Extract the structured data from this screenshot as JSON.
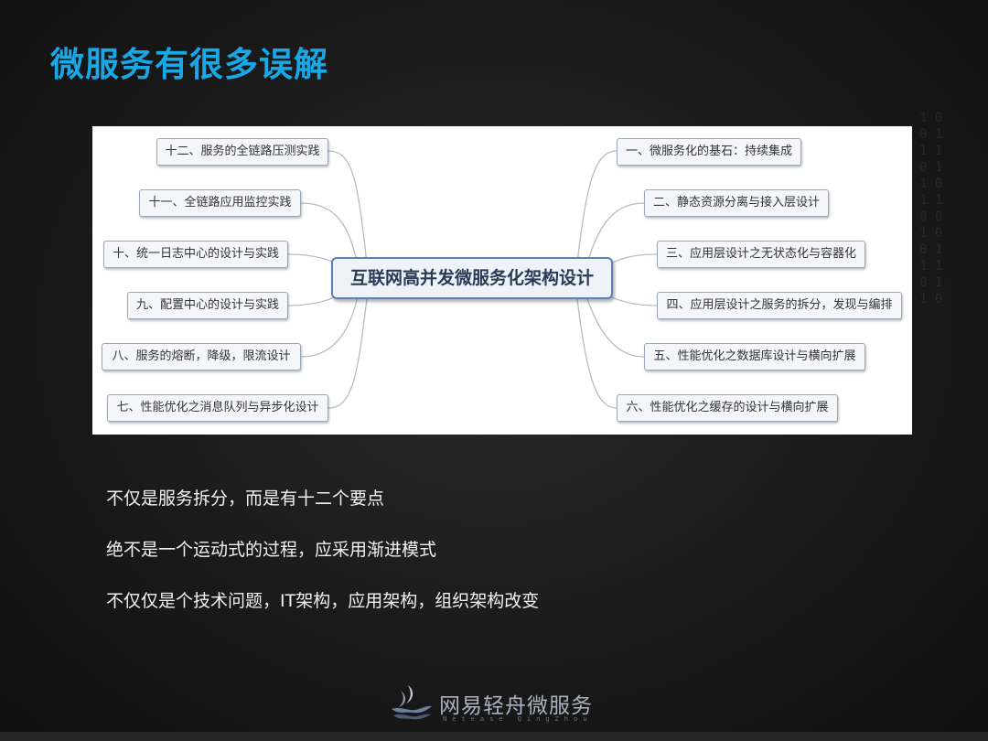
{
  "slide": {
    "title": "微服务有很多误解"
  },
  "diagram": {
    "center": "互联网高并发微服务化架构设计",
    "left_items": [
      "十二、服务的全链路压测实践",
      "十一、全链路应用监控实践",
      "十、统一日志中心的设计与实践",
      "九、配置中心的设计与实践",
      "八、服务的熔断，降级，限流设计",
      "七、性能优化之消息队列与异步化设计"
    ],
    "right_items": [
      "一、微服务化的基石：持续集成",
      "二、静态资源分离与接入层设计",
      "三、应用层设计之无状态化与容器化",
      "四、应用层设计之服务的拆分，发现与编排",
      "五、性能优化之数据库设计与横向扩展",
      "六、性能优化之缓存的设计与横向扩展"
    ]
  },
  "bullets": [
    "不仅是服务拆分，而是有十二个要点",
    "绝不是一个运动式的过程，应采用渐进模式",
    "不仅仅是个技术问题，IT架构，应用架构，组织架构改变"
  ],
  "footer": {
    "brand": "网易轻舟微服务",
    "brand_sub": "Netease QingZhou",
    "logo_icon": "boat-wave-icon"
  },
  "colors": {
    "title": "#1aa7e6",
    "background": "#1a1a1a",
    "bullet_text": "#f2f2f2"
  }
}
